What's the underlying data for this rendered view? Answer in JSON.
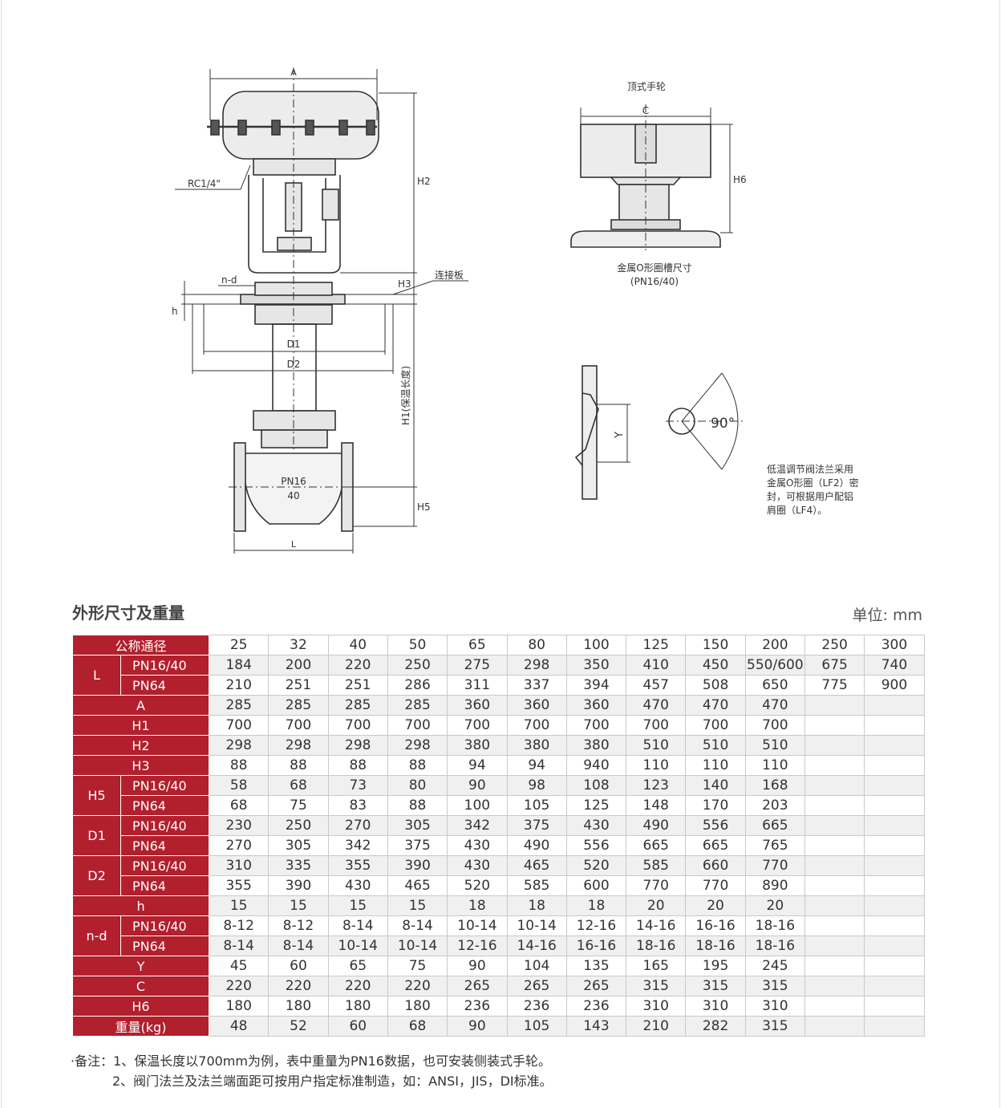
{
  "drawing": {
    "dim_A": "A",
    "dim_H2": "H2",
    "dim_H3": "H3",
    "dim_h": "h",
    "dim_D1": "D1",
    "dim_D2": "D2",
    "dim_H1": "H1(保温长度)",
    "dim_H5": "H5",
    "dim_L": "L",
    "rc_label": "RC1/4\"",
    "nd_label": "n-d",
    "connect_plate": "连接板",
    "pn_top": "PN16",
    "pn_bottom": "40",
    "handwheel_title": "顶式手轮",
    "dim_C": "C",
    "dim_H6": "H6",
    "oring_caption_1": "金属O形圈槽尺寸",
    "oring_caption_2": "(PN16/40)",
    "dim_Y": "Y",
    "angle": "90°",
    "lowtemp_note": [
      "低温调节阀法兰采用",
      "金属O形圈（LF2）密",
      "封，可根据用户配铝",
      "肩圈（LF4）。"
    ]
  },
  "section_title": "外形尺寸及重量",
  "unit_label": "单位: mm",
  "table": {
    "header_label": "公称通径",
    "sizes": [
      "25",
      "32",
      "40",
      "50",
      "65",
      "80",
      "100",
      "125",
      "150",
      "200",
      "250",
      "300"
    ],
    "groups": [
      {
        "label": "L",
        "rows": [
          {
            "sub": "PN16/40",
            "values": [
              "184",
              "200",
              "220",
              "250",
              "275",
              "298",
              "350",
              "410",
              "450",
              "550/600",
              "675",
              "740"
            ]
          },
          {
            "sub": "PN64",
            "values": [
              "210",
              "251",
              "251",
              "286",
              "311",
              "337",
              "394",
              "457",
              "508",
              "650",
              "775",
              "900"
            ]
          }
        ]
      },
      {
        "label": "A",
        "rows": [
          {
            "values": [
              "285",
              "285",
              "285",
              "285",
              "360",
              "360",
              "360",
              "470",
              "470",
              "470",
              "",
              ""
            ]
          }
        ]
      },
      {
        "label": "H1",
        "rows": [
          {
            "values": [
              "700",
              "700",
              "700",
              "700",
              "700",
              "700",
              "700",
              "700",
              "700",
              "700",
              "",
              ""
            ]
          }
        ]
      },
      {
        "label": "H2",
        "rows": [
          {
            "values": [
              "298",
              "298",
              "298",
              "298",
              "380",
              "380",
              "380",
              "510",
              "510",
              "510",
              "",
              ""
            ]
          }
        ]
      },
      {
        "label": "H3",
        "rows": [
          {
            "values": [
              "88",
              "88",
              "88",
              "88",
              "94",
              "94",
              "940",
              "110",
              "110",
              "110",
              "",
              ""
            ]
          }
        ]
      },
      {
        "label": "H5",
        "rows": [
          {
            "sub": "PN16/40",
            "values": [
              "58",
              "68",
              "73",
              "80",
              "90",
              "98",
              "108",
              "123",
              "140",
              "168",
              "",
              ""
            ]
          },
          {
            "sub": "PN64",
            "values": [
              "68",
              "75",
              "83",
              "88",
              "100",
              "105",
              "125",
              "148",
              "170",
              "203",
              "",
              ""
            ]
          }
        ]
      },
      {
        "label": "D1",
        "rows": [
          {
            "sub": "PN16/40",
            "values": [
              "230",
              "250",
              "270",
              "305",
              "342",
              "375",
              "430",
              "490",
              "556",
              "665",
              "",
              ""
            ]
          },
          {
            "sub": "PN64",
            "values": [
              "270",
              "305",
              "342",
              "375",
              "430",
              "490",
              "556",
              "665",
              "665",
              "765",
              "",
              ""
            ]
          }
        ]
      },
      {
        "label": "D2",
        "rows": [
          {
            "sub": "PN16/40",
            "values": [
              "310",
              "335",
              "355",
              "390",
              "430",
              "465",
              "520",
              "585",
              "660",
              "770",
              "",
              ""
            ]
          },
          {
            "sub": "PN64",
            "values": [
              "355",
              "390",
              "430",
              "465",
              "520",
              "585",
              "600",
              "770",
              "770",
              "890",
              "",
              ""
            ]
          }
        ]
      },
      {
        "label": "h",
        "rows": [
          {
            "values": [
              "15",
              "15",
              "15",
              "15",
              "18",
              "18",
              "18",
              "20",
              "20",
              "20",
              "",
              ""
            ]
          }
        ]
      },
      {
        "label": "n-d",
        "rows": [
          {
            "sub": "PN16/40",
            "values": [
              "8-12",
              "8-12",
              "8-14",
              "8-14",
              "10-14",
              "10-14",
              "12-16",
              "14-16",
              "16-16",
              "18-16",
              "",
              ""
            ]
          },
          {
            "sub": "PN64",
            "values": [
              "8-14",
              "8-14",
              "10-14",
              "10-14",
              "12-16",
              "14-16",
              "16-16",
              "18-16",
              "18-16",
              "18-16",
              "",
              ""
            ]
          }
        ]
      },
      {
        "label": "Y",
        "rows": [
          {
            "values": [
              "45",
              "60",
              "65",
              "75",
              "90",
              "104",
              "135",
              "165",
              "195",
              "245",
              "",
              ""
            ]
          }
        ]
      },
      {
        "label": "C",
        "rows": [
          {
            "values": [
              "220",
              "220",
              "220",
              "220",
              "265",
              "265",
              "265",
              "315",
              "315",
              "315",
              "",
              ""
            ]
          }
        ]
      },
      {
        "label": "H6",
        "rows": [
          {
            "values": [
              "180",
              "180",
              "180",
              "180",
              "236",
              "236",
              "236",
              "310",
              "310",
              "310",
              "",
              ""
            ]
          }
        ]
      },
      {
        "label": "重量(kg)",
        "rows": [
          {
            "values": [
              "48",
              "52",
              "60",
              "68",
              "90",
              "105",
              "143",
              "210",
              "282",
              "315",
              "",
              ""
            ]
          }
        ]
      }
    ]
  },
  "notes": {
    "line1": "·备注：1、保温长度以700mm为例，表中重量为PN16数据，也可安装侧装式手轮。",
    "line2": "2、阀门法兰及法兰端面距可按用户指定标准制造，如：ANSI，JIS，DI标准。"
  }
}
